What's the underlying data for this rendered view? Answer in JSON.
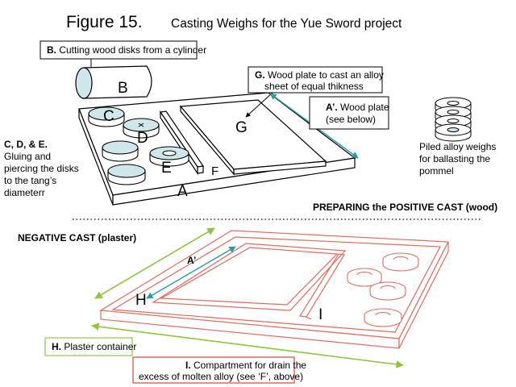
{
  "title": {
    "figure": "Figure 15.",
    "caption": "Casting Weighs for the Yue Sword project"
  },
  "positive": {
    "box_b_key": "B.",
    "box_b_text": "Cutting wood disks from a cylinder",
    "letter_b": "B",
    "letter_c": "C",
    "letter_d": "D",
    "letter_e": "E",
    "letter_f": "F",
    "letter_g": "G",
    "letter_a": "A",
    "cde_key": "C, D, & E.",
    "cde_lines": [
      "Gluing and",
      "piercing the disks",
      "to the tang’s",
      "diameterr"
    ],
    "box_g_key": "G.",
    "box_g_lines": [
      "Wood plate to cast an alloy",
      "sheet of equal thikness"
    ],
    "aprime_key": "A’.",
    "aprime_lines": [
      "Wood plate",
      "(see below)"
    ],
    "piled_lines": [
      "Piled alloy weighs",
      "for ballasting the",
      "pommel"
    ],
    "section_label": "PREPARING the POSITIVE CAST (wood)"
  },
  "negative": {
    "section_label": "NEGATIVE CAST (plaster)",
    "letter_aprime": "A’",
    "letter_h": "H",
    "letter_i": "I",
    "box_h_key": "H.",
    "box_h_text": "Plaster container",
    "box_i_key": "I.",
    "box_i_lines": [
      "Compartment for drain the",
      "excess of molten  alloy (see ‘F’, above)"
    ]
  },
  "colors": {
    "outline": "#000000",
    "disk_fill": "#cfe6ea",
    "teal_arrow": "#2a9d9a",
    "green_box": "#8cc63f",
    "red_box": "#e0443a",
    "plaster_line": "#e06a5c"
  }
}
